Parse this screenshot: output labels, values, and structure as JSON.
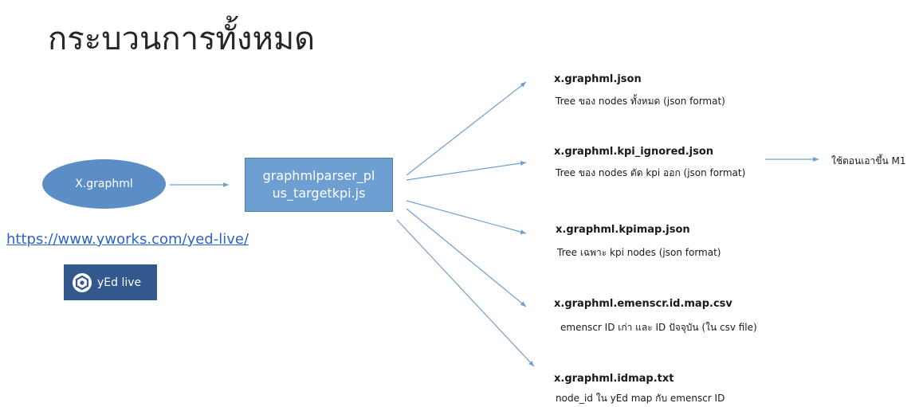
{
  "slide": {
    "title": "กระบวนการทั้งหมด",
    "input_file": "X.graphml",
    "parser_lines": [
      "graphmlparser_pl",
      "us_targetkpi.js"
    ],
    "link_text": "https://www.yworks.com/yed-live/",
    "yed_logo_label": "yEd live",
    "outputs": [
      {
        "name": "x.graphml.json",
        "desc": "Tree ของ nodes ทั้งหมด (json format)"
      },
      {
        "name": "x.graphml.kpi_ignored.json",
        "desc": "Tree ของ nodes ตัด kpi ออก (json format)"
      },
      {
        "name": "x.graphml.kpimap.json",
        "desc": "Tree เฉพาะ kpi nodes (json format)"
      },
      {
        "name": "x.graphml.emenscr.id.map.csv",
        "desc": "emenscr ID  เก่า และ ID ปัจจุบัน  (ใน csv file)"
      },
      {
        "name": "x.graphml.idmap.txt",
        "desc": "node_id ใน yEd map กับ emenscr ID"
      }
    ],
    "side_note": "ใช้ตอนเอาขึ้น M1"
  },
  "colors": {
    "ellipse": "#5b8ec7",
    "parser_box": "#6e9fd2",
    "arrow": "#6f9fd3",
    "link": "#2e63c7",
    "yed_logo": "#33588d"
  },
  "icons": {
    "yed": "yed-logo-icon"
  }
}
